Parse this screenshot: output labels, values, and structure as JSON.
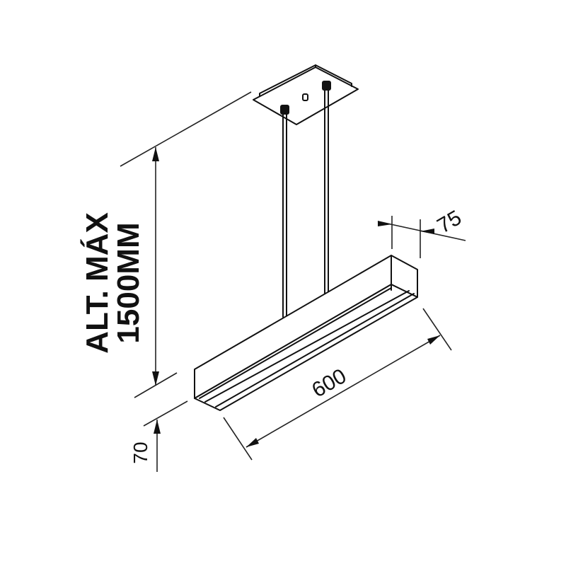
{
  "diagram": {
    "type": "technical-dimension-drawing",
    "subject": "pendant linear luminaire",
    "colors": {
      "line": "#111111",
      "background": "#ffffff"
    },
    "components": {
      "ceiling_canopy": {
        "label": "ceiling-canopy"
      },
      "suspension_cables": {
        "count": 2
      },
      "luminaire_body": {
        "label": "linear-luminaire-body"
      }
    },
    "labels": {
      "max_height_line1": "ALT. MÁX",
      "max_height_line2": "1500MM",
      "length": "600",
      "width": "75",
      "height": "70"
    }
  }
}
